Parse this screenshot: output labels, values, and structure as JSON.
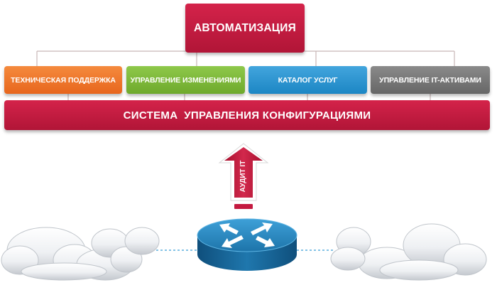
{
  "top": {
    "label": "АВТОМАТИЗАЦИЯ"
  },
  "modules": [
    {
      "label": "ТЕХНИЧЕСКАЯ ПОДДЕРЖКА",
      "color": "#f07b2e"
    },
    {
      "label": "УПРАВЛЕНИЕ ИЗМЕНЕНИЯМИ",
      "color": "#7fba3c"
    },
    {
      "label": "КАТАЛОГ УСЛУГ",
      "color": "#2f97d2"
    },
    {
      "label": "УПРАВЛЕНИЕ IT-АКТИВАМИ",
      "color": "#777777"
    }
  ],
  "base": {
    "label": "СИСТЕМА  УПРАВЛЕНИЯ КОНФИГУРАЦИЯМИ",
    "color": "#c41a40"
  },
  "audit": {
    "label": "АУДИТ IT"
  },
  "network": {
    "left": "cloud-icon",
    "center": "router-icon",
    "right": "cloud-icon"
  }
}
